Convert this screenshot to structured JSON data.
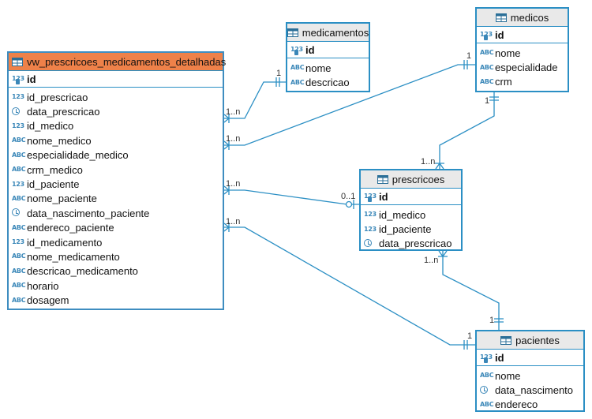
{
  "entities": {
    "view": {
      "name": "vw_prescricoes_medicamentos_detalhadas",
      "pk": {
        "name": "id",
        "type": "123"
      },
      "columns": [
        {
          "name": "id_prescricao",
          "type": "123"
        },
        {
          "name": "data_prescricao",
          "type": "clock"
        },
        {
          "name": "id_medico",
          "type": "123"
        },
        {
          "name": "nome_medico",
          "type": "ABC"
        },
        {
          "name": "especialidade_medico",
          "type": "ABC"
        },
        {
          "name": "crm_medico",
          "type": "ABC"
        },
        {
          "name": "id_paciente",
          "type": "123"
        },
        {
          "name": "nome_paciente",
          "type": "ABC"
        },
        {
          "name": "data_nascimento_paciente",
          "type": "clock"
        },
        {
          "name": "endereco_paciente",
          "type": "ABC"
        },
        {
          "name": "id_medicamento",
          "type": "123"
        },
        {
          "name": "nome_medicamento",
          "type": "ABC"
        },
        {
          "name": "descricao_medicamento",
          "type": "ABC"
        },
        {
          "name": "horario",
          "type": "ABC"
        },
        {
          "name": "dosagem",
          "type": "ABC"
        }
      ]
    },
    "medicamentos": {
      "name": "medicamentos",
      "pk": {
        "name": "id",
        "type": "123"
      },
      "columns": [
        {
          "name": "nome",
          "type": "ABC"
        },
        {
          "name": "descricao",
          "type": "ABC"
        }
      ]
    },
    "medicos": {
      "name": "medicos",
      "pk": {
        "name": "id",
        "type": "123"
      },
      "columns": [
        {
          "name": "nome",
          "type": "ABC"
        },
        {
          "name": "especialidade",
          "type": "ABC"
        },
        {
          "name": "crm",
          "type": "ABC"
        }
      ]
    },
    "prescricoes": {
      "name": "prescricoes",
      "pk": {
        "name": "id",
        "type": "123"
      },
      "columns": [
        {
          "name": "id_medico",
          "type": "123"
        },
        {
          "name": "id_paciente",
          "type": "123"
        },
        {
          "name": "data_prescricao",
          "type": "clock"
        }
      ]
    },
    "pacientes": {
      "name": "pacientes",
      "pk": {
        "name": "id",
        "type": "123"
      },
      "columns": [
        {
          "name": "nome",
          "type": "ABC"
        },
        {
          "name": "data_nascimento",
          "type": "clock"
        },
        {
          "name": "endereco",
          "type": "ABC"
        }
      ]
    }
  },
  "relations": [
    {
      "from": "view",
      "to": "medicamentos",
      "from_card": "1..n",
      "to_card": "1"
    },
    {
      "from": "view",
      "to": "medicos",
      "from_card": "1..n",
      "to_card": "1"
    },
    {
      "from": "view",
      "to": "prescricoes",
      "from_card": "1..n",
      "to_card": "0..1"
    },
    {
      "from": "view",
      "to": "pacientes",
      "from_card": "1..n",
      "to_card": "1"
    },
    {
      "from": "prescricoes",
      "to": "medicos",
      "from_card": "1..n",
      "to_card": "1"
    },
    {
      "from": "prescricoes",
      "to": "pacientes",
      "from_card": "1..n",
      "to_card": "1"
    }
  ],
  "colors": {
    "border": "#2b8fc4",
    "view_header": "#ee8149",
    "header": "#e9e9e9",
    "line": "#2b8fc4"
  }
}
